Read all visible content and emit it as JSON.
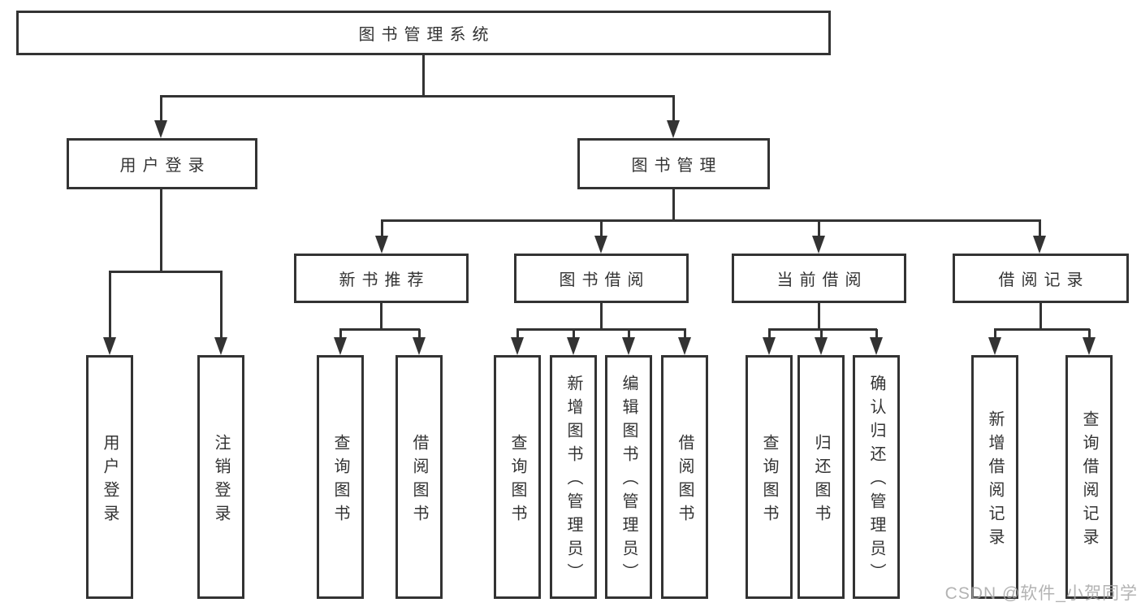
{
  "diagram_title": "图书管理系统",
  "tree": {
    "root": {
      "label": "图书管理系统"
    },
    "level2": {
      "user_login": {
        "label": "用户登录"
      },
      "book_mgmt": {
        "label": "图书管理"
      }
    },
    "level3": {
      "new_book": {
        "label": "新书推荐"
      },
      "borrow": {
        "label": "图书借阅"
      },
      "current": {
        "label": "当前借阅"
      },
      "records": {
        "label": "借阅记录"
      }
    },
    "leaves": {
      "user_login": [
        "用户登录",
        "注销登录"
      ],
      "new_book": [
        "查询图书",
        "借阅图书"
      ],
      "borrow": [
        "查询图书",
        "新增图书（管理员）",
        "编辑图书（管理员）",
        "借阅图书"
      ],
      "current": [
        "查询图书",
        "归还图书",
        "确认归还（管理员）"
      ],
      "records": [
        "新增借阅记录",
        "查询借阅记录"
      ]
    }
  },
  "watermark": "CSDN @软件_小贺同学",
  "colors": {
    "line": "#333333",
    "box_border": "#333333",
    "text": "#333333",
    "background": "#ffffff",
    "watermark": "#a6a6a6"
  }
}
